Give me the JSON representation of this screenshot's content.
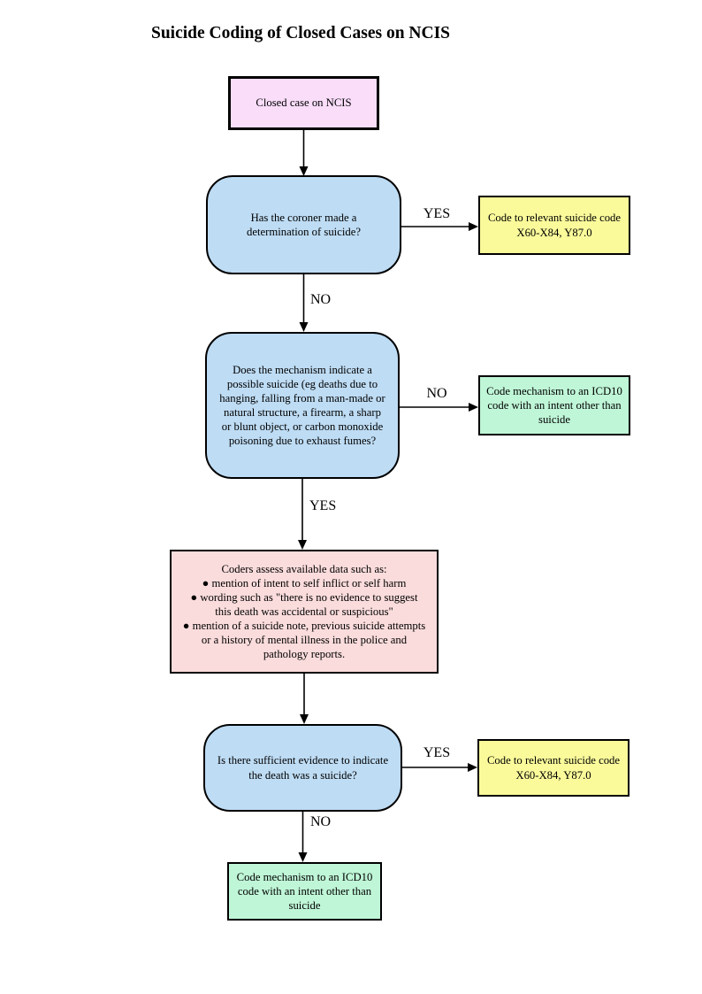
{
  "title": "Suicide Coding of Closed Cases on NCIS",
  "colors": {
    "start_fill": "#F9DDF9",
    "decision_fill": "#BEDCF4",
    "suicide_code_fill": "#FAFA9B",
    "other_intent_fill": "#BFF6D7",
    "assessment_fill": "#FBDCDC",
    "border": "#000000"
  },
  "nodes": {
    "start": {
      "lines": [
        "Closed case on NCIS"
      ]
    },
    "decision_coroner": {
      "lines": [
        "Has the coroner made a",
        "determination of suicide?"
      ]
    },
    "outcome_suicide_code_1": {
      "lines": [
        "Code to relevant suicide code",
        "X60-X84, Y87.0"
      ]
    },
    "decision_mechanism": {
      "lines": [
        "Does the mechanism indicate a",
        "possible suicide (eg deaths due to",
        "hanging, falling from a man-made or",
        "natural structure, a firearm, a sharp",
        "or blunt object, or carbon monoxide",
        "poisoning due to exhaust fumes?"
      ]
    },
    "outcome_other_intent_1": {
      "lines": [
        "Code mechanism to an ICD10",
        "code with an intent other than",
        "suicide"
      ]
    },
    "assessment": {
      "lines": [
        "Coders assess available data such as:",
        "● mention of intent to self inflict or self harm",
        "● wording such as \"there is no evidence to suggest",
        "this death was accidental or suspicious\"",
        "● mention of a suicide note, previous suicide attempts",
        "or a history of mental illness in the police and",
        "pathology reports."
      ]
    },
    "decision_evidence": {
      "lines": [
        "Is there sufficient evidence to indicate",
        "the death was a suicide?"
      ]
    },
    "outcome_suicide_code_2": {
      "lines": [
        "Code to relevant suicide code",
        "X60-X84, Y87.0"
      ]
    },
    "outcome_other_intent_2": {
      "lines": [
        "Code mechanism to an ICD10",
        "code with an intent other than",
        "suicide"
      ]
    }
  },
  "edge_labels": {
    "decision_coroner_yes": "YES",
    "decision_coroner_no": "NO",
    "decision_mechanism_no": "NO",
    "decision_mechanism_yes": "YES",
    "decision_evidence_yes": "YES",
    "decision_evidence_no": "NO"
  }
}
